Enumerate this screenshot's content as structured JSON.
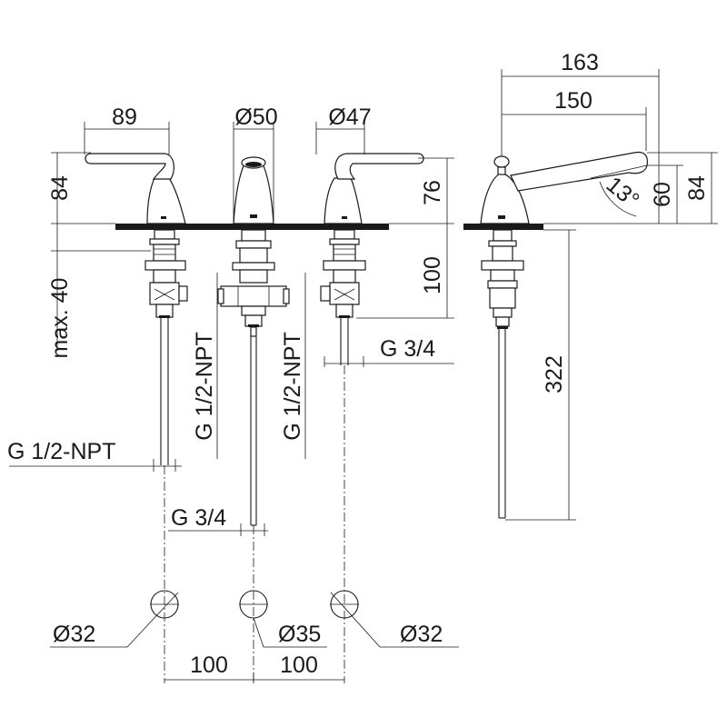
{
  "dimensions": {
    "handle_span": "89",
    "spout_diameter": "Ø50",
    "handle_base_diameter": "Ø47",
    "handle_height": "84",
    "spout_height": "76",
    "shank_length": "100",
    "max_thickness": "max. 40",
    "inlet_thread_left": "G 1/2-NPT",
    "inlet_thread_mid_left": "G 1/2-NPT",
    "inlet_thread_mid_right": "G 1/2-NPT",
    "outlet_thread_right": "G 3/4",
    "outlet_thread_center": "G 3/4",
    "hole_left": "Ø32",
    "hole_center": "Ø35",
    "hole_right": "Ø32",
    "spacing_left": "100",
    "spacing_right": "100",
    "side_total_length": "163",
    "side_spout_length": "150",
    "side_angle": "13°",
    "side_spout_rise": "60",
    "side_height": "84",
    "side_rod_length": "322"
  }
}
